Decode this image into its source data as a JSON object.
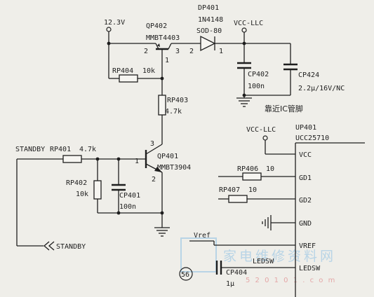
{
  "diagram": {
    "nets": {
      "supply": "12.3V",
      "vcc_llc_a": "VCC-LLC",
      "vcc_llc_b": "VCC-LLC",
      "vref": "Vref",
      "standby_in": "STANDBY",
      "standby_out": "STANDBY"
    },
    "components": {
      "qp402_ref": "QP402",
      "qp402_part": "MMBT4403",
      "qp402_pin2": "2",
      "qp402_pin3": "3",
      "qp402_pin1": "1",
      "dp401_ref": "DP401",
      "dp401_part": "1N4148",
      "dp401_pkg": "SOD-80",
      "dp401_pin2": "2",
      "dp401_pin1": "1",
      "rp404_ref": "RP404",
      "rp404_val": "10k",
      "rp403_ref": "RP403",
      "rp403_val": "4.7k",
      "cp402_ref": "CP402",
      "cp402_val": "100n",
      "cp424_ref": "CP424",
      "cp424_val": "2.2μ/16V/NC",
      "note_near_ic": "靠近IC管脚",
      "qp401_ref": "QP401",
      "qp401_part": "MMBT3904",
      "qp401_pin3": "3",
      "qp401_pin1": "1",
      "qp401_pin2": "2",
      "rp401_ref": "RP401",
      "rp401_val": "4.7k",
      "rp402_ref": "RP402",
      "rp402_val": "10k",
      "cp401_ref": "CP401",
      "cp401_val": "100n",
      "rp406_ref": "RP406",
      "rp406_val": "10",
      "rp407_ref": "RP407",
      "rp407_val": "10",
      "cp404_ref": "CP404",
      "cp404_val": "1μ"
    },
    "ic": {
      "ref": "UP401",
      "part": "UCC25710",
      "pins": [
        "VCC",
        "GD1",
        "GD2",
        "GND",
        "VREF",
        "LEDSW"
      ]
    },
    "watermark": {
      "text": "家电维修资料网",
      "url": "5 2 0 1 0 1 . c o m",
      "badge": "56"
    }
  }
}
